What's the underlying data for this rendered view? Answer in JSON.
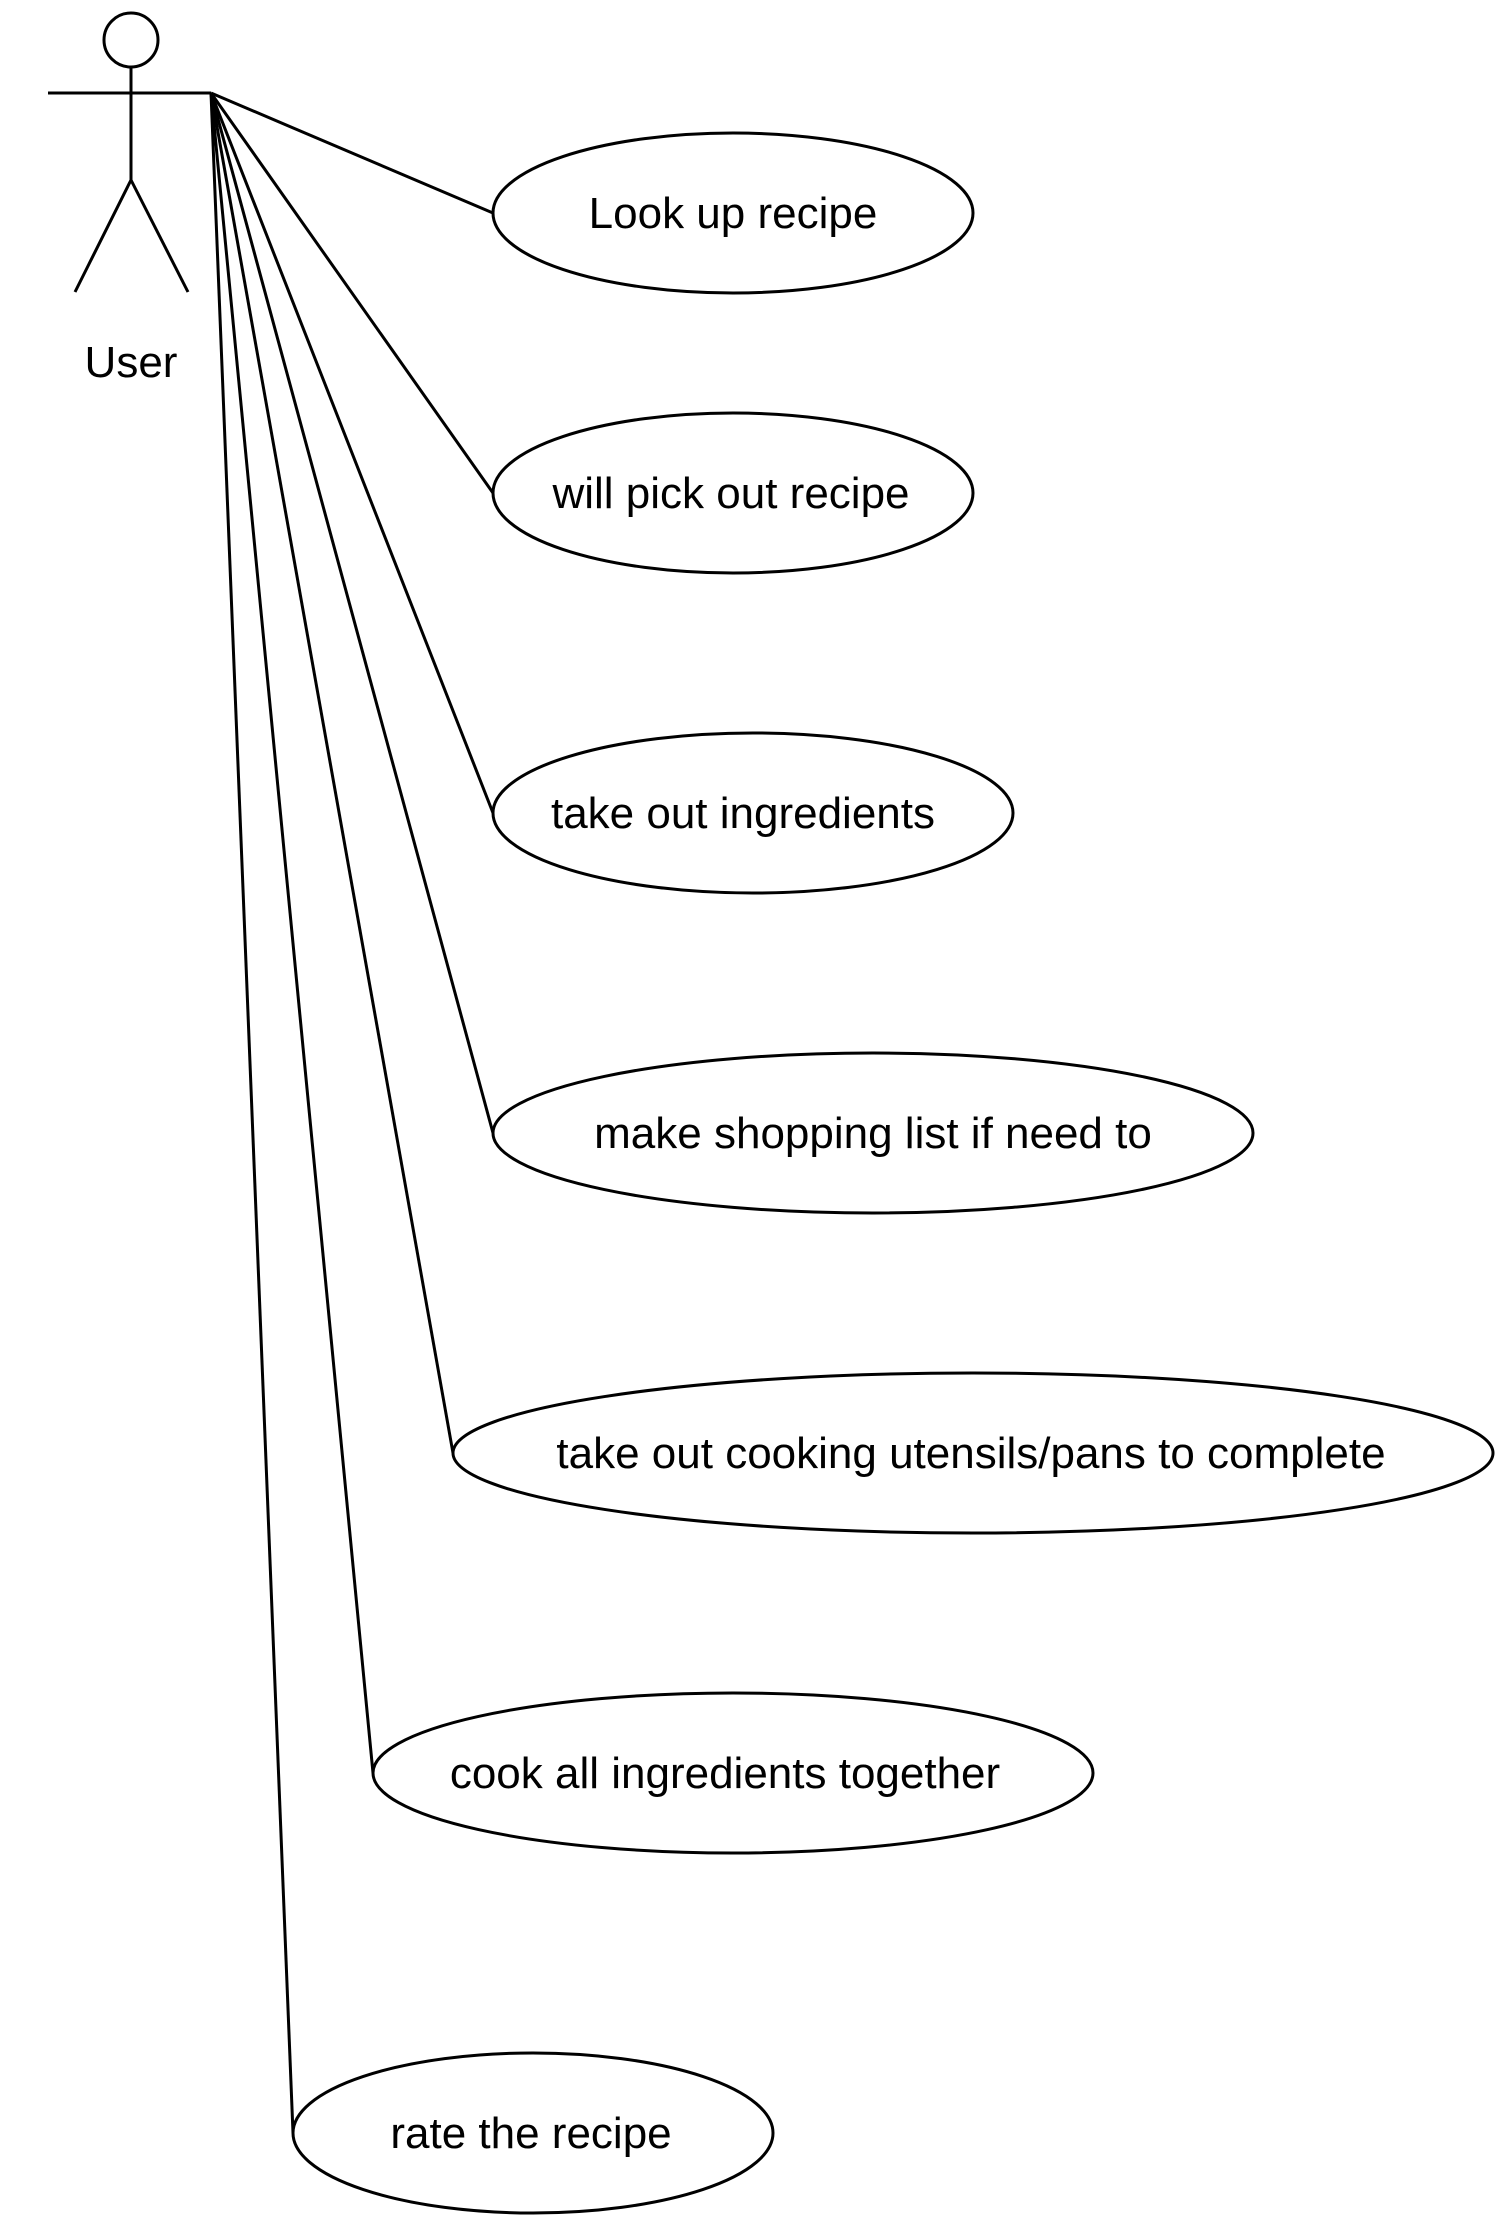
{
  "actor": {
    "label": "User"
  },
  "use_cases": [
    "Look up recipe",
    "will pick out recipe",
    "take out ingredients",
    "make shopping list if need to",
    "take out cooking utensils/pans to complete",
    "cook all ingredients together",
    "rate the recipe"
  ],
  "colors": {
    "line": "#000000",
    "background": "#ffffff"
  }
}
